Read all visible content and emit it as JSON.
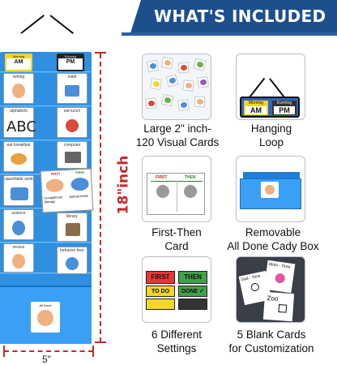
{
  "header": {
    "title": "WHAT'S INCLUDED"
  },
  "chart": {
    "cards": [
      {
        "label": "Morning",
        "value": "AM"
      },
      {
        "label": "Evening",
        "value": "PM"
      },
      {
        "label": "writing"
      },
      {
        "label": "math"
      },
      {
        "label": "alphabets"
      },
      {
        "label": "eat lunch"
      },
      {
        "label": "ABC"
      },
      {
        "label": "eat breakfast"
      },
      {
        "label": "computer"
      },
      {
        "label": "class/table work"
      },
      {
        "label": "science"
      },
      {
        "label": "library"
      },
      {
        "label": "recess"
      },
      {
        "label": "behavior feck"
      }
    ],
    "first_then": {
      "first": "FIRST",
      "then": "THEN",
      "first_item": "occupational therapy",
      "then_item": "special treats"
    },
    "done_card": "All Done",
    "height_label": "18\"inch",
    "width_label": "5\""
  },
  "features": [
    {
      "caption_line1": "Large 2\" inch-",
      "caption_line2": "120 Visual Cards"
    },
    {
      "caption_line1": "Hanging",
      "caption_line2": "Loop"
    },
    {
      "caption_line1": "First-Then",
      "caption_line2": "Card"
    },
    {
      "caption_line1": "Removable",
      "caption_line2": "All Done Cady Box"
    },
    {
      "caption_line1": "6 Different",
      "caption_line2": "Settings"
    },
    {
      "caption_line1": "5 Blank Cards",
      "caption_line2": "for Customization"
    }
  ],
  "sign": {
    "am_label": "Morning",
    "am": "AM",
    "pm_label": "Evening",
    "pm": "PM"
  },
  "first_then_thumb": {
    "first": "FIRST",
    "then": "THEN"
  },
  "settings_thumb": {
    "first": "FIRST",
    "then": "THEN",
    "todo": "TO DO",
    "done": "DONE ✓"
  },
  "blank_thumb": {
    "note1": "Mom - Time",
    "note2": "Zoo",
    "note3": "Dad - Time"
  },
  "colors": {
    "banner": "#1d4f8c",
    "chart_blue": "#2f8fe0",
    "measure_red": "#c62828"
  }
}
